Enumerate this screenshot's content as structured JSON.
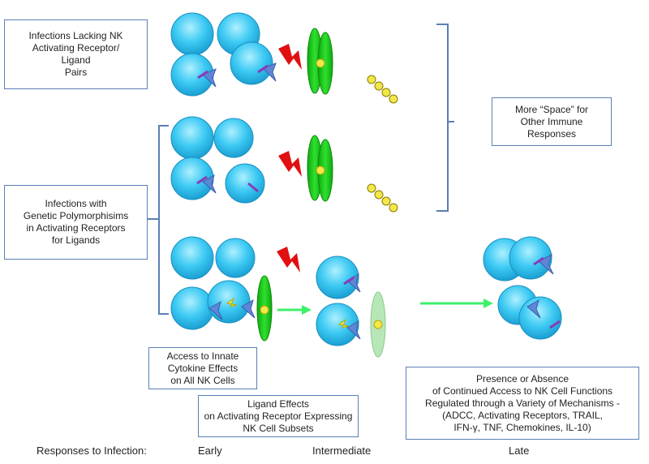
{
  "boxes": {
    "infections_lacking": [
      "Infections Lacking  NK",
      "Activating Receptor/",
      "Ligand",
      "Pairs"
    ],
    "more_space": [
      "More “Space” for",
      "Other Immune",
      "Responses"
    ],
    "infections_with": [
      "Infections with",
      "Genetic Polymorphisims",
      "in Activating Receptors",
      "for Ligands"
    ],
    "access_innate": [
      "Access to Innate",
      "Cytokine Effects",
      "on All NK Cells"
    ],
    "ligand_effects": [
      "Ligand Effects",
      "on Activating Receptor Expressing",
      "NK Cell Subsets"
    ],
    "presence_absence": [
      "Presence or Absence",
      "of Continued Access to NK Cell Functions",
      "Regulated through a Variety of Mechanisms -",
      "(ADCC, Activating Receptors, TRAIL,",
      "IFN-γ, TNF, Chemokines, IL-10)"
    ]
  },
  "axis": {
    "label": "Responses to Infection:",
    "early": "Early",
    "intermediate": "Intermediate",
    "late": "Late"
  },
  "colors": {
    "cell_fill": "#36c8f2",
    "cell_stroke": "#1a8fc0",
    "receptor": "#5f86d6",
    "ligand": "#8a3ab9",
    "nk_green": "#18c418",
    "nk_pale": "#b7e6b7",
    "virus": "#e01010",
    "arrow": "#3ef06a",
    "bracket": "#5b7fb5",
    "cytokine": "#f2e84a"
  }
}
